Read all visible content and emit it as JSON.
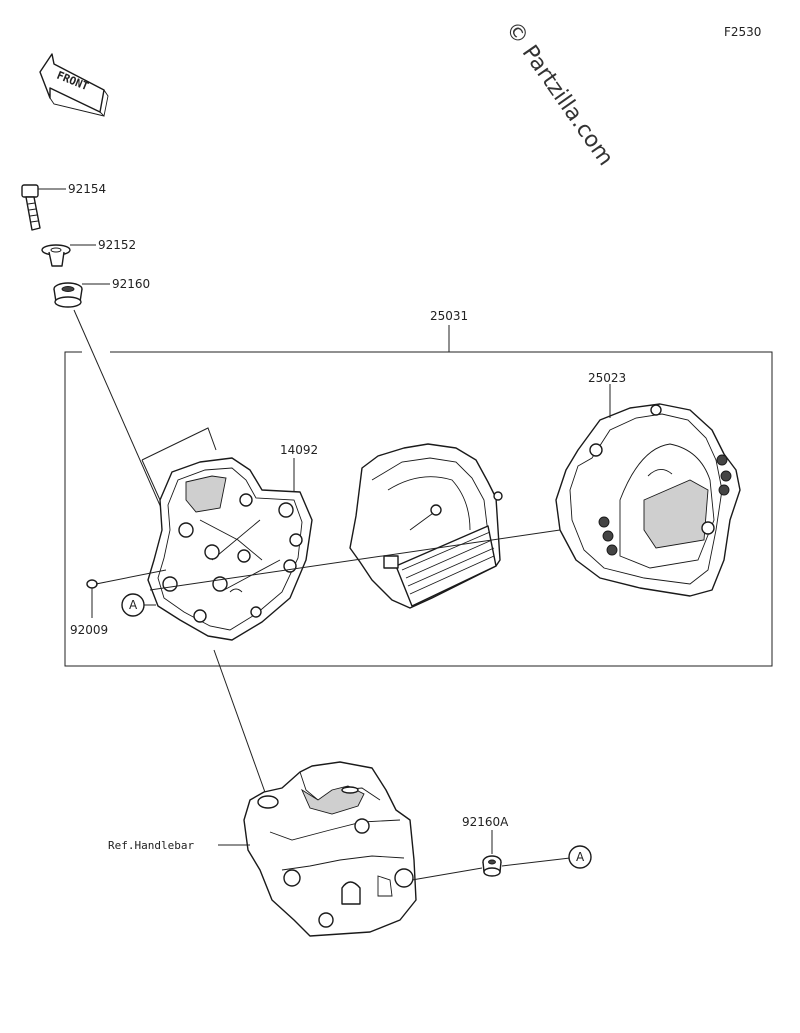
{
  "figure_code": "F2530",
  "watermark": "© Partzilla.com",
  "front_label": "FRONT",
  "parts": {
    "bolt": "92154",
    "collar": "92152",
    "grommet": "92160",
    "assembly": "25031",
    "meter_case": "25023",
    "meter_cover": "14092",
    "screw": "92009",
    "grommet_a": "92160A"
  },
  "ref_handlebar": "Ref.Handlebar",
  "callout_a": "A",
  "callout_a2": "A"
}
